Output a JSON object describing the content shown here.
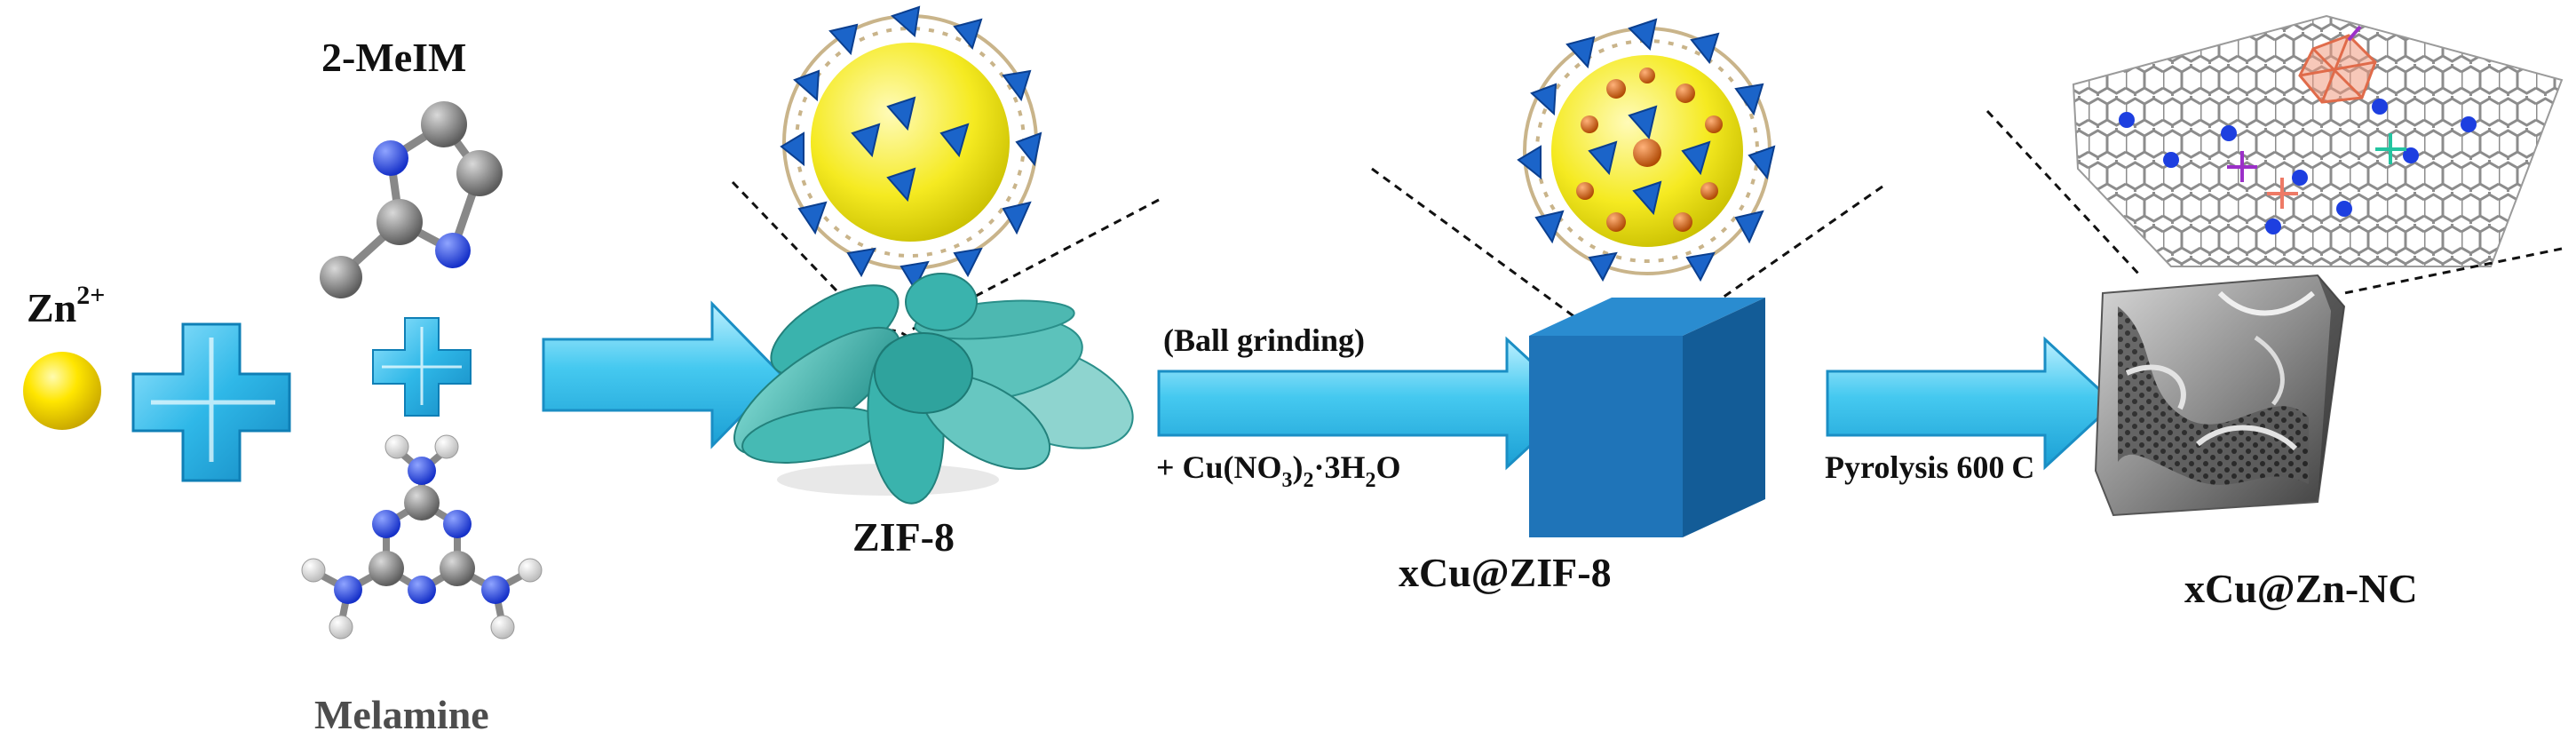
{
  "labels": {
    "zn_ion": "Zn",
    "zn_charge": "2+",
    "linker": "2-MeIM",
    "melamine": "Melamine",
    "zif8": "ZIF-8",
    "ball_grinding": "(Ball grinding)",
    "cu_salt_prefix": "+ Cu(NO",
    "cu_salt_sub3": "3",
    "cu_salt_close": ")",
    "cu_salt_sub2": "2",
    "cu_salt_dot": "·3H",
    "cu_salt_sub_h2": "2",
    "cu_salt_o": "O",
    "cu_zif8": "xCu@ZIF-8",
    "pyrolysis": "Pyrolysis 600",
    "pyrolysis_unit": "C",
    "product": "xCu@Zn-NC"
  },
  "colors": {
    "arrow": "#3cc6ee",
    "plus": "#2fb8e8",
    "zinc": "#ffe600",
    "zif_crystal": "#3ab3ad",
    "cube_front": "#1f74b8",
    "cube_top": "#2a8cd0",
    "cube_side": "#135c97",
    "carbon": "#8a8a8a",
    "nitrogen": "#1d3fe0",
    "hydrogen": "#ffffff",
    "cage_sphere": "#f5ea21",
    "polyhedra": "#1b64c9",
    "copper": "#e0630f"
  }
}
